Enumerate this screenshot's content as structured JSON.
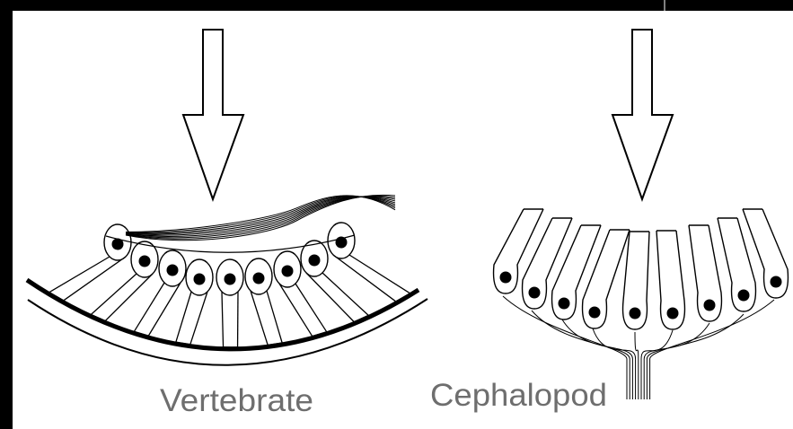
{
  "labels": {
    "vertebrate": "Vertebrate",
    "cephalopod": "Cephalopod"
  },
  "colors": {
    "background": "#000000",
    "panel": "#ffffff",
    "ink": "#000000",
    "caption": "#6e6e6e"
  },
  "icons": {
    "light_arrow": "down-arrow-outline"
  }
}
